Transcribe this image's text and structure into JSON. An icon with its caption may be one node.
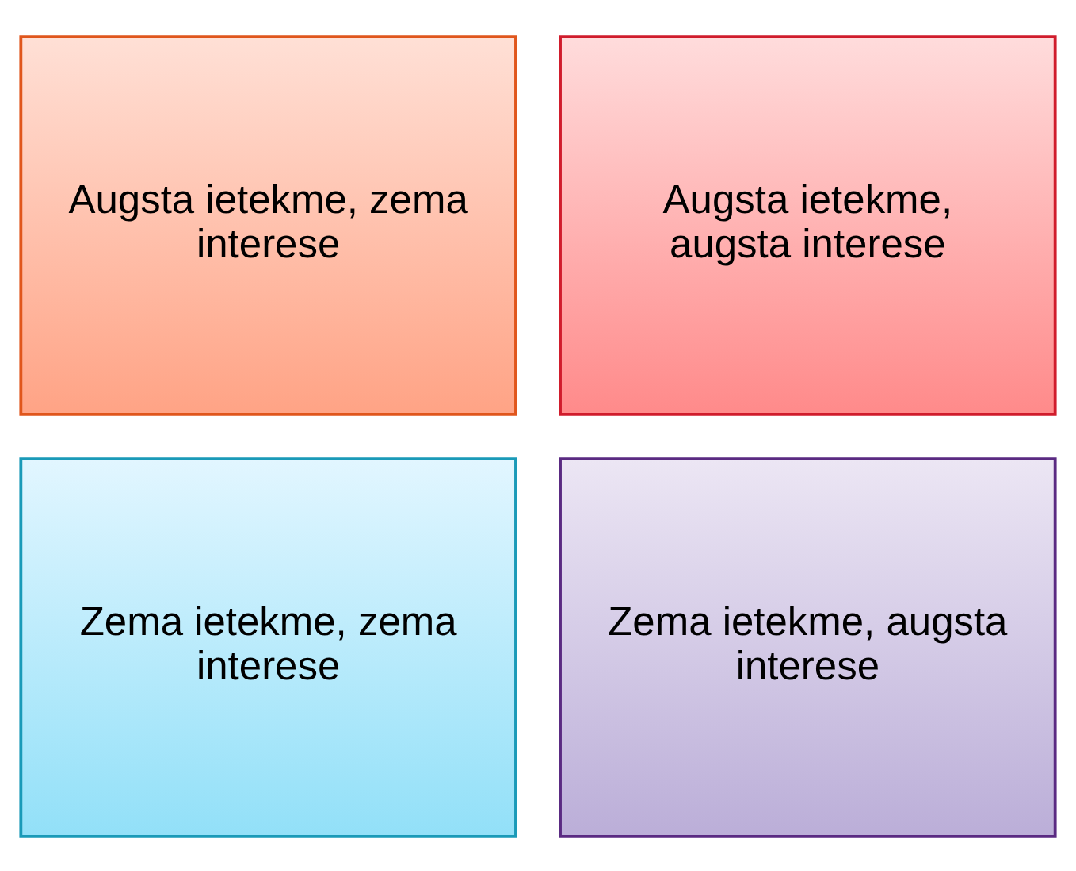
{
  "diagram": {
    "nodes": [
      {
        "text": [
          "Augsta ietekme, zema interese"
        ]
      },
      {
        "text": [
          "Augsta ietekme, augsta interese"
        ]
      },
      {
        "text": [
          "Zema ietekme, zema interese"
        ]
      },
      {
        "text": [
          "Zema ietekme, augsta interese"
        ]
      }
    ]
  }
}
